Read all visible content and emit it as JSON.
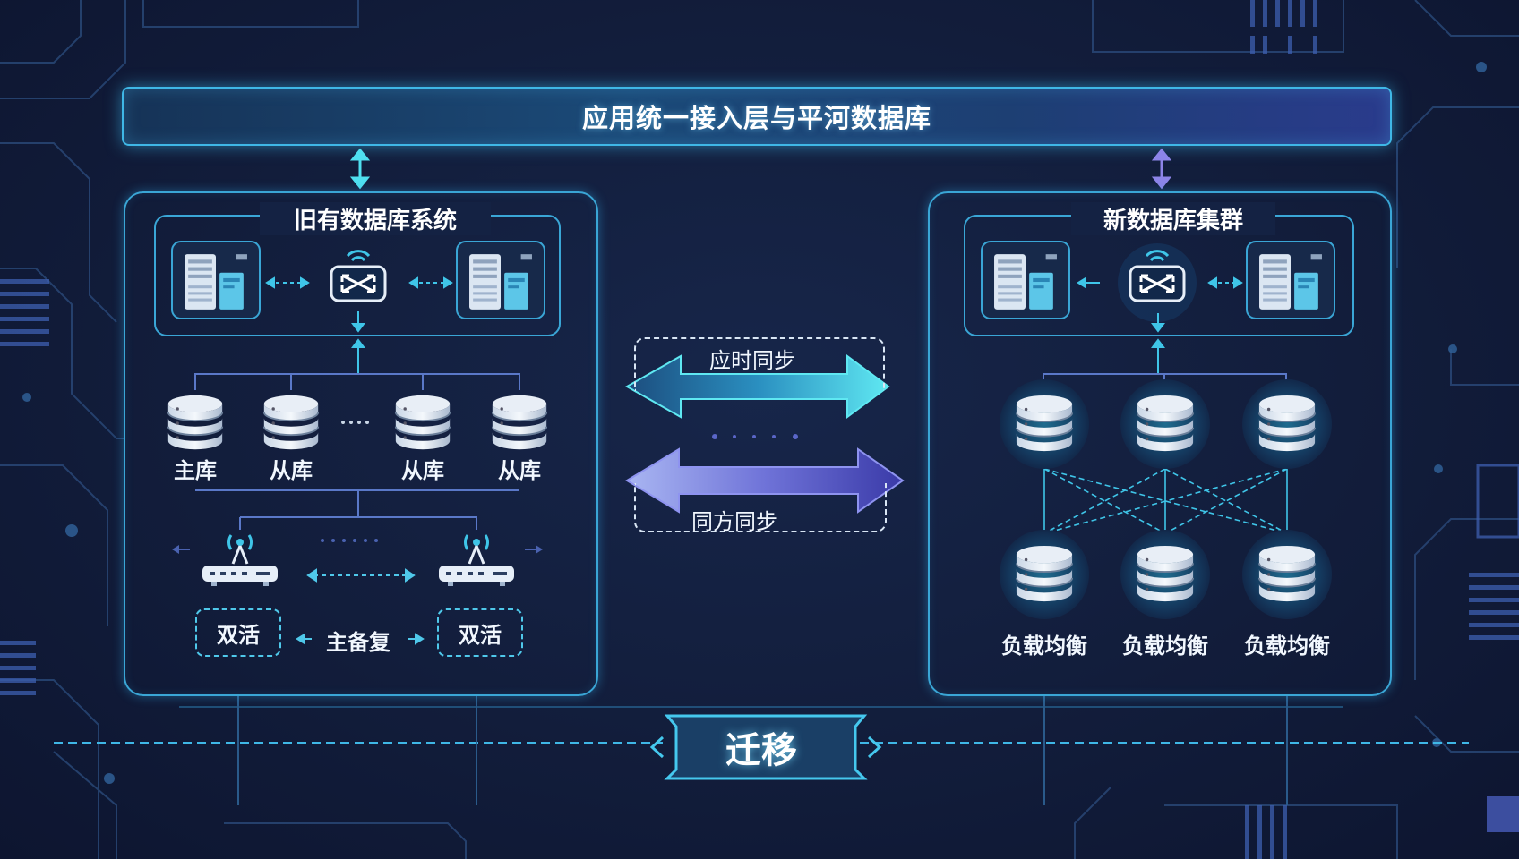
{
  "top_bar": {
    "title": "应用统一接入层与平河数据库"
  },
  "legacy": {
    "title": "旧有数据库系统",
    "databases": [
      "主库",
      "从库",
      "从库",
      "从库"
    ],
    "active_left": "双活",
    "active_right": "双活",
    "replication": "主备复"
  },
  "sync": {
    "realtime": "应时同步",
    "bidirectional": "同方同步"
  },
  "new_cluster": {
    "title": "新数据库集群",
    "balancers": [
      "负载均衡",
      "负载均衡",
      "负载均衡"
    ]
  },
  "migration": {
    "label": "迁移"
  },
  "icons": {
    "server": "server-icon",
    "switch": "network-switch-icon",
    "database": "database-icon",
    "router": "wifi-router-icon",
    "arrow": "double-arrow-icon"
  },
  "colors": {
    "accent": "#3fb7e6",
    "cyan": "#4fe0f0",
    "purple": "#6b6fd8",
    "background": "#121d3b"
  }
}
